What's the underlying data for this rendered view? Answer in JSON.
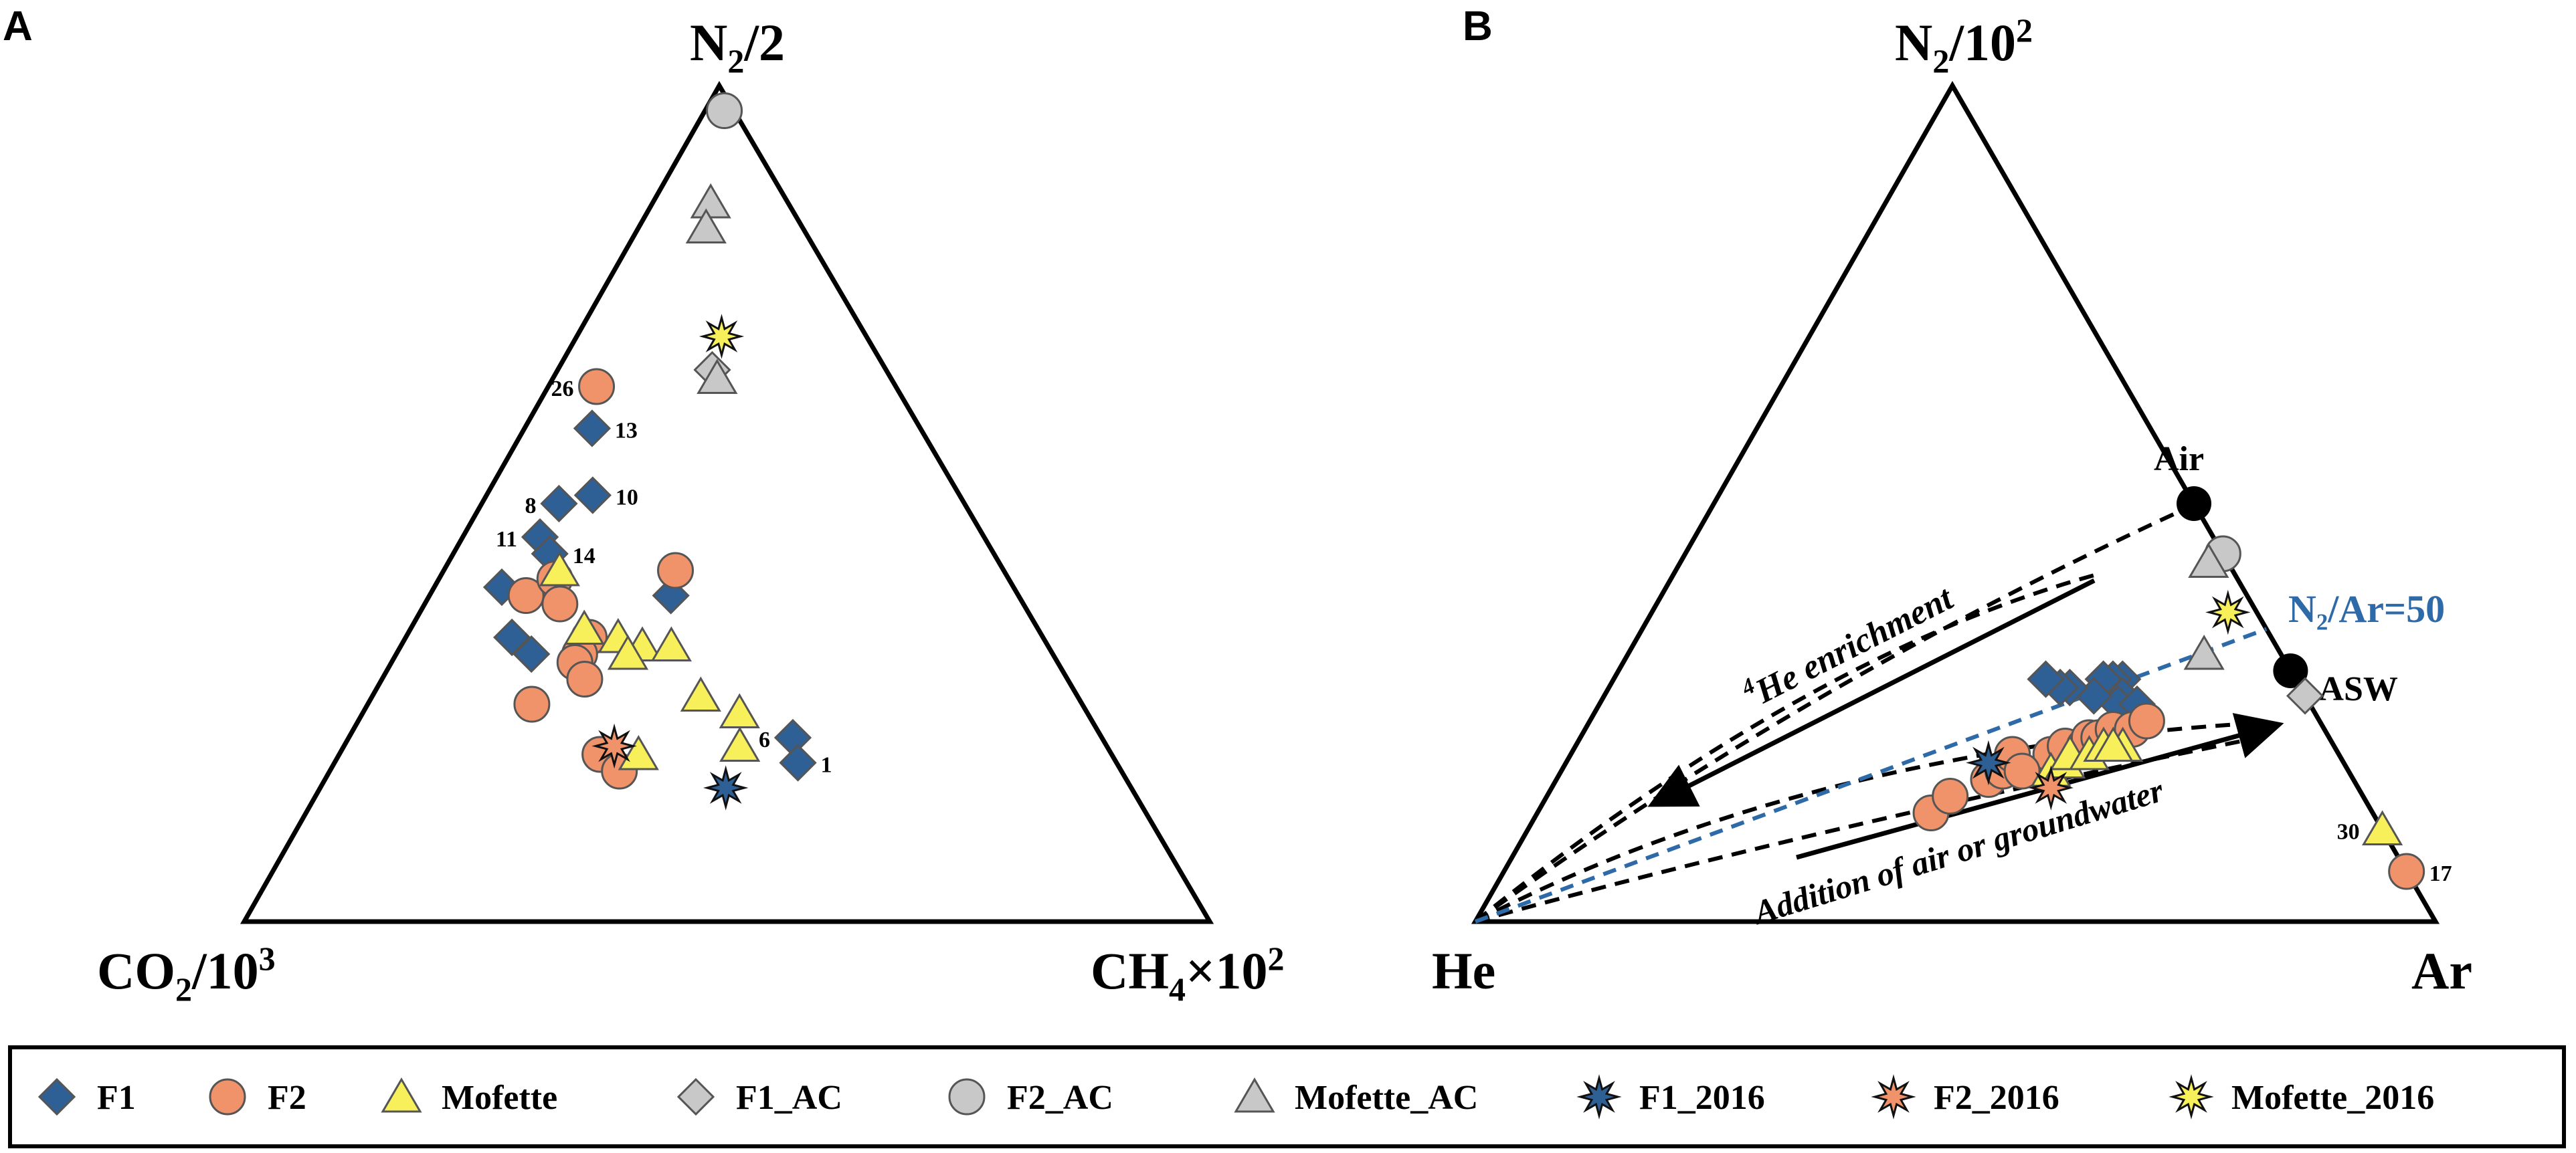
{
  "colors": {
    "F1": "#2e5f95",
    "F2": "#f0936a",
    "Mofette": "#f7f05a",
    "AC": "#c8c8c8",
    "ref_line": "#2e6aa8",
    "text": "#000000"
  },
  "legend": [
    {
      "key": "F1",
      "label": "F1",
      "marker": "diamond",
      "fill": "#2e5f95"
    },
    {
      "key": "F2",
      "label": "F2",
      "marker": "circle",
      "fill": "#f0936a"
    },
    {
      "key": "Mofette",
      "label": "Mofette",
      "marker": "triangle",
      "fill": "#f7f05a"
    },
    {
      "key": "F1_AC",
      "label": "F1_AC",
      "marker": "diamond",
      "fill": "#c8c8c8"
    },
    {
      "key": "F2_AC",
      "label": "F2_AC",
      "marker": "circle",
      "fill": "#c8c8c8"
    },
    {
      "key": "Mofette_AC",
      "label": "Mofette_AC",
      "marker": "triangle",
      "fill": "#c8c8c8"
    },
    {
      "key": "F1_2016",
      "label": "F1_2016",
      "marker": "star",
      "fill": "#2e5f95"
    },
    {
      "key": "F2_2016",
      "label": "F2_2016",
      "marker": "star",
      "fill": "#f0936a"
    },
    {
      "key": "Mofette_2016",
      "label": "Mofette_2016",
      "marker": "star",
      "fill": "#f7f05a"
    }
  ],
  "chart_data": [
    {
      "type": "scatter",
      "subtype": "ternary",
      "panel_label": "A",
      "vertices": {
        "top": {
          "base": "N",
          "sub": "2",
          "rest": "/2"
        },
        "left": {
          "base": "CO",
          "sub": "2",
          "rest": "/10",
          "sup": "3"
        },
        "right": {
          "base": "CH",
          "sub": "4",
          "rest": "×10",
          "sup": "2"
        }
      },
      "coordinates": "normalized ternary fractions [top, left, right]",
      "series": [
        {
          "name": "F1",
          "points": [
            [
              0.59,
              0.34,
              0.07,
              "13"
            ],
            [
              0.5,
              0.42,
              0.08,
              "8"
            ],
            [
              0.51,
              0.38,
              0.11,
              "10"
            ],
            [
              0.46,
              0.46,
              0.08,
              "11"
            ],
            [
              0.44,
              0.46,
              0.1,
              "14"
            ],
            [
              0.4,
              0.53,
              0.07,
              ""
            ],
            [
              0.39,
              0.36,
              0.25,
              ""
            ],
            [
              0.34,
              0.55,
              0.11,
              ""
            ],
            [
              0.32,
              0.54,
              0.14,
              ""
            ],
            [
              0.22,
              0.32,
              0.46,
              "6"
            ],
            [
              0.19,
              0.33,
              0.48,
              "1"
            ]
          ]
        },
        {
          "name": "F2",
          "points": [
            [
              0.64,
              0.31,
              0.05,
              "26"
            ],
            [
              0.42,
              0.34,
              0.24,
              ""
            ],
            [
              0.39,
              0.51,
              0.1,
              ""
            ],
            [
              0.41,
              0.47,
              0.12,
              ""
            ],
            [
              0.38,
              0.48,
              0.14,
              ""
            ],
            [
              0.34,
              0.47,
              0.19,
              ""
            ],
            [
              0.32,
              0.49,
              0.19,
              ""
            ],
            [
              0.31,
              0.5,
              0.19,
              ""
            ],
            [
              0.29,
              0.5,
              0.21,
              ""
            ],
            [
              0.26,
              0.57,
              0.17,
              ""
            ],
            [
              0.2,
              0.53,
              0.27,
              ""
            ],
            [
              0.18,
              0.52,
              0.3,
              ""
            ]
          ]
        },
        {
          "name": "Mofette",
          "points": [
            [
              0.42,
              0.46,
              0.12,
              ""
            ],
            [
              0.35,
              0.47,
              0.18,
              ""
            ],
            [
              0.34,
              0.44,
              0.22,
              ""
            ],
            [
              0.33,
              0.42,
              0.25,
              ""
            ],
            [
              0.32,
              0.44,
              0.24,
              ""
            ],
            [
              0.33,
              0.39,
              0.28,
              ""
            ],
            [
              0.27,
              0.39,
              0.34,
              ""
            ],
            [
              0.25,
              0.36,
              0.39,
              ""
            ],
            [
              0.21,
              0.38,
              0.41,
              ""
            ],
            [
              0.2,
              0.49,
              0.31,
              ""
            ]
          ]
        },
        {
          "name": "F1_AC",
          "points": [
            [
              0.66,
              0.18,
              0.16,
              ""
            ]
          ]
        },
        {
          "name": "F2_AC",
          "points": [
            [
              0.97,
              0.01,
              0.02,
              ""
            ]
          ]
        },
        {
          "name": "Mofette_AC",
          "points": [
            [
              0.86,
              0.08,
              0.06,
              ""
            ],
            [
              0.83,
              0.1,
              0.07,
              ""
            ],
            [
              0.65,
              0.18,
              0.17,
              ""
            ]
          ]
        },
        {
          "name": "F1_2016",
          "points": [
            [
              0.16,
              0.42,
              0.42,
              ""
            ]
          ]
        },
        {
          "name": "F2_2016",
          "points": [
            [
              0.21,
              0.51,
              0.28,
              ""
            ]
          ]
        },
        {
          "name": "Mofette_2016",
          "points": [
            [
              0.7,
              0.15,
              0.15,
              ""
            ]
          ]
        }
      ]
    },
    {
      "type": "scatter",
      "subtype": "ternary",
      "panel_label": "B",
      "vertices": {
        "top": {
          "base": "N",
          "sub": "2",
          "rest": "/10",
          "sup": "2"
        },
        "left": {
          "base": "He",
          "sub": "",
          "rest": ""
        },
        "right": {
          "base": "Ar",
          "sub": "",
          "rest": ""
        }
      },
      "coordinates": "normalized ternary fractions [top, left, right]",
      "reference_points": [
        {
          "label": "Air",
          "point": [
            0.5,
            0.0,
            0.5
          ]
        },
        {
          "label": "ASW",
          "point": [
            0.3,
            0.0,
            0.7
          ]
        }
      ],
      "reference_line": {
        "label": "N₂/Ar=50",
        "from": [
          0,
          1,
          0
        ],
        "to": [
          0.35,
          0.0,
          0.65
        ]
      },
      "annotations": [
        {
          "text": "He enrichment",
          "sup": "4"
        },
        {
          "text": "Addition of air or groundwater"
        }
      ],
      "series": [
        {
          "name": "F1",
          "points": [
            [
              0.29,
              0.18,
              0.53,
              ""
            ],
            [
              0.29,
              0.19,
              0.52,
              ""
            ],
            [
              0.28,
              0.2,
              0.52,
              ""
            ],
            [
              0.29,
              0.2,
              0.51,
              ""
            ],
            [
              0.27,
              0.19,
              0.54,
              ""
            ],
            [
              0.26,
              0.2,
              0.54,
              ""
            ],
            [
              0.27,
              0.22,
              0.51,
              ""
            ],
            [
              0.28,
              0.24,
              0.48,
              ""
            ],
            [
              0.28,
              0.25,
              0.47,
              ""
            ],
            [
              0.29,
              0.26,
              0.45,
              ""
            ],
            [
              0.26,
              0.18,
              0.56,
              ""
            ]
          ]
        },
        {
          "name": "F2",
          "points": [
            [
              0.13,
              0.46,
              0.41,
              ""
            ],
            [
              0.15,
              0.43,
              0.42,
              ""
            ],
            [
              0.17,
              0.38,
              0.45,
              ""
            ],
            [
              0.18,
              0.36,
              0.46,
              ""
            ],
            [
              0.2,
              0.34,
              0.46,
              ""
            ],
            [
              0.2,
              0.3,
              0.5,
              ""
            ],
            [
              0.21,
              0.28,
              0.51,
              ""
            ],
            [
              0.21,
              0.26,
              0.53,
              ""
            ],
            [
              0.22,
              0.25,
              0.53,
              ""
            ],
            [
              0.22,
              0.24,
              0.54,
              ""
            ],
            [
              0.23,
              0.22,
              0.55,
              ""
            ],
            [
              0.23,
              0.2,
              0.57,
              ""
            ],
            [
              0.24,
              0.18,
              0.58,
              ""
            ],
            [
              0.18,
              0.34,
              0.48,
              ""
            ],
            [
              0.06,
              0.0,
              0.94,
              "17"
            ]
          ]
        },
        {
          "name": "Mofette",
          "points": [
            [
              0.18,
              0.31,
              0.51,
              ""
            ],
            [
              0.19,
              0.29,
              0.52,
              ""
            ],
            [
              0.2,
              0.28,
              0.52,
              ""
            ],
            [
              0.2,
              0.26,
              0.54,
              ""
            ],
            [
              0.21,
              0.24,
              0.55,
              ""
            ],
            [
              0.21,
              0.22,
              0.57,
              ""
            ],
            [
              0.21,
              0.23,
              0.56,
              ""
            ],
            [
              0.11,
              0.0,
              0.89,
              "30"
            ]
          ]
        },
        {
          "name": "F1_AC",
          "points": [
            [
              0.27,
              0.0,
              0.73,
              ""
            ]
          ]
        },
        {
          "name": "F2_AC",
          "points": [
            [
              0.44,
              0.0,
              0.56,
              ""
            ]
          ]
        },
        {
          "name": "Mofette_AC",
          "points": [
            [
              0.43,
              0.02,
              0.55,
              ""
            ],
            [
              0.32,
              0.08,
              0.6,
              ""
            ]
          ]
        },
        {
          "name": "F1_2016",
          "points": [
            [
              0.19,
              0.37,
              0.44,
              ""
            ]
          ]
        },
        {
          "name": "F2_2016",
          "points": [
            [
              0.16,
              0.32,
              0.52,
              ""
            ]
          ]
        },
        {
          "name": "Mofette_2016",
          "points": [
            [
              0.37,
              0.03,
              0.6,
              ""
            ]
          ]
        }
      ]
    }
  ]
}
